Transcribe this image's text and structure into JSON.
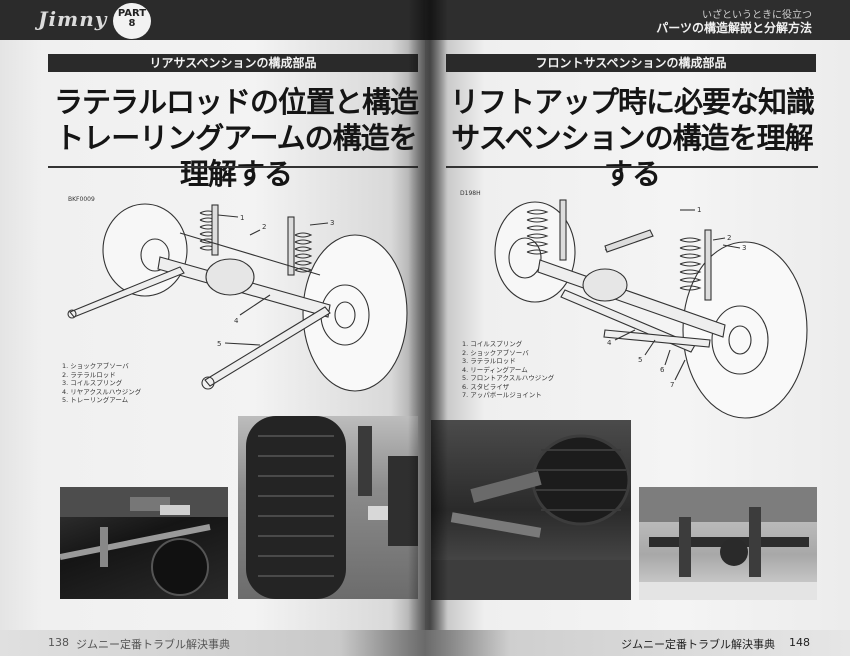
{
  "header": {
    "logo": "Jimny",
    "part_word": "PART",
    "part_number": "8",
    "subtitle": "いざというときに役立つ",
    "title": "パーツの構造解説と分解方法"
  },
  "left_page": {
    "section_label": "リアサスペンションの構成部品",
    "headline_line1": "ラテラルロッドの位置と構造",
    "headline_line2": "トレーリングアームの構造を理解する",
    "diagram_code": "BKF0009",
    "callouts": [
      "1",
      "2",
      "3",
      "4",
      "5"
    ],
    "legend": [
      "1. ショックアブソーバ",
      "2. ラテラルロッド",
      "3. コイルスプリング",
      "4. リヤアクスルハウジング",
      "5. トレーリングアーム"
    ],
    "page_number": "138",
    "book_title": "ジムニー定番トラブル解決事典"
  },
  "right_page": {
    "section_label": "フロントサスペンションの構成部品",
    "headline_line1": "リフトアップ時に必要な知識",
    "headline_line2": "サスペンションの構造を理解する",
    "diagram_code": "D198H",
    "callouts": [
      "1",
      "2",
      "3",
      "4",
      "5",
      "6",
      "7"
    ],
    "legend": [
      "1. コイルスプリング",
      "2. ショックアブソーバ",
      "3. ラテラルロッド",
      "4. リーディングアーム",
      "5. フロントアクスルハウジング",
      "6. スタビライザ",
      "7. アッパボールジョイント"
    ],
    "page_number": "148",
    "book_title": "ジムニー定番トラブル解決事典"
  }
}
